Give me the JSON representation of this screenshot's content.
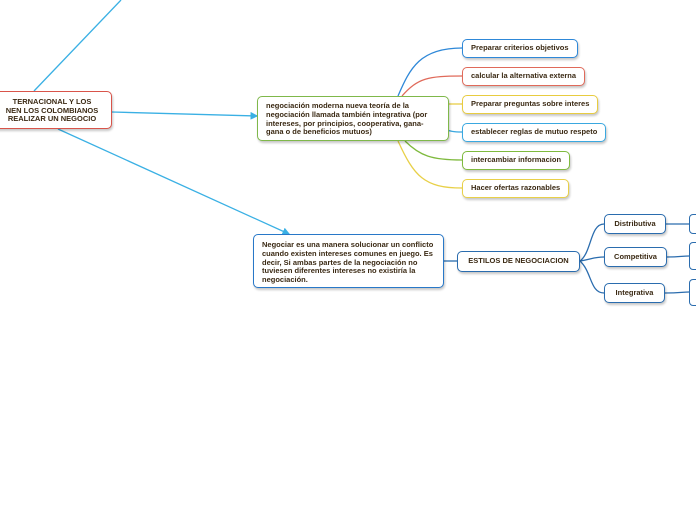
{
  "central": {
    "line1": "TERNACIONAL Y LOS",
    "line2": "NEN LOS COLOMBIANOS",
    "line3": "REALIZAR UN NEGOCIO"
  },
  "main1": "negociación moderna nueva teoría de la negociación llamada también integrativa (por intereses, por principios, cooperativa, gana-gana o de beneficios mutuos)",
  "leaves": {
    "l1": "Preparar criterios objetivos",
    "l2": "calcular la alternativa externa",
    "l3": "Preparar preguntas sobre interes",
    "l4": "establecer reglas de mutuo respeto",
    "l5": "intercambiar informacion",
    "l6": "Hacer ofertas razonables"
  },
  "main2": "Negociar es una manera solucionar un conflicto cuando existen intereses comunes en juego. Es decir, Si ambas partes de la negociación no tuviesen diferentes intereses no existiría la negociación.",
  "estilos": "ESTILOS DE NEGOCIACION",
  "types": {
    "t1": "Distributiva",
    "t2": "Competitiva",
    "t3": "Integrativa"
  },
  "colors": {
    "central_border": "#d9544a",
    "connector_main": "#3ab0e4",
    "branch_blue": "#2e88d8",
    "branch_red": "#e06a5a",
    "branch_yellow": "#e8cc40",
    "branch_green": "#7fba3e",
    "styles_blue": "#2a6cae",
    "text": "#3b2a14"
  }
}
